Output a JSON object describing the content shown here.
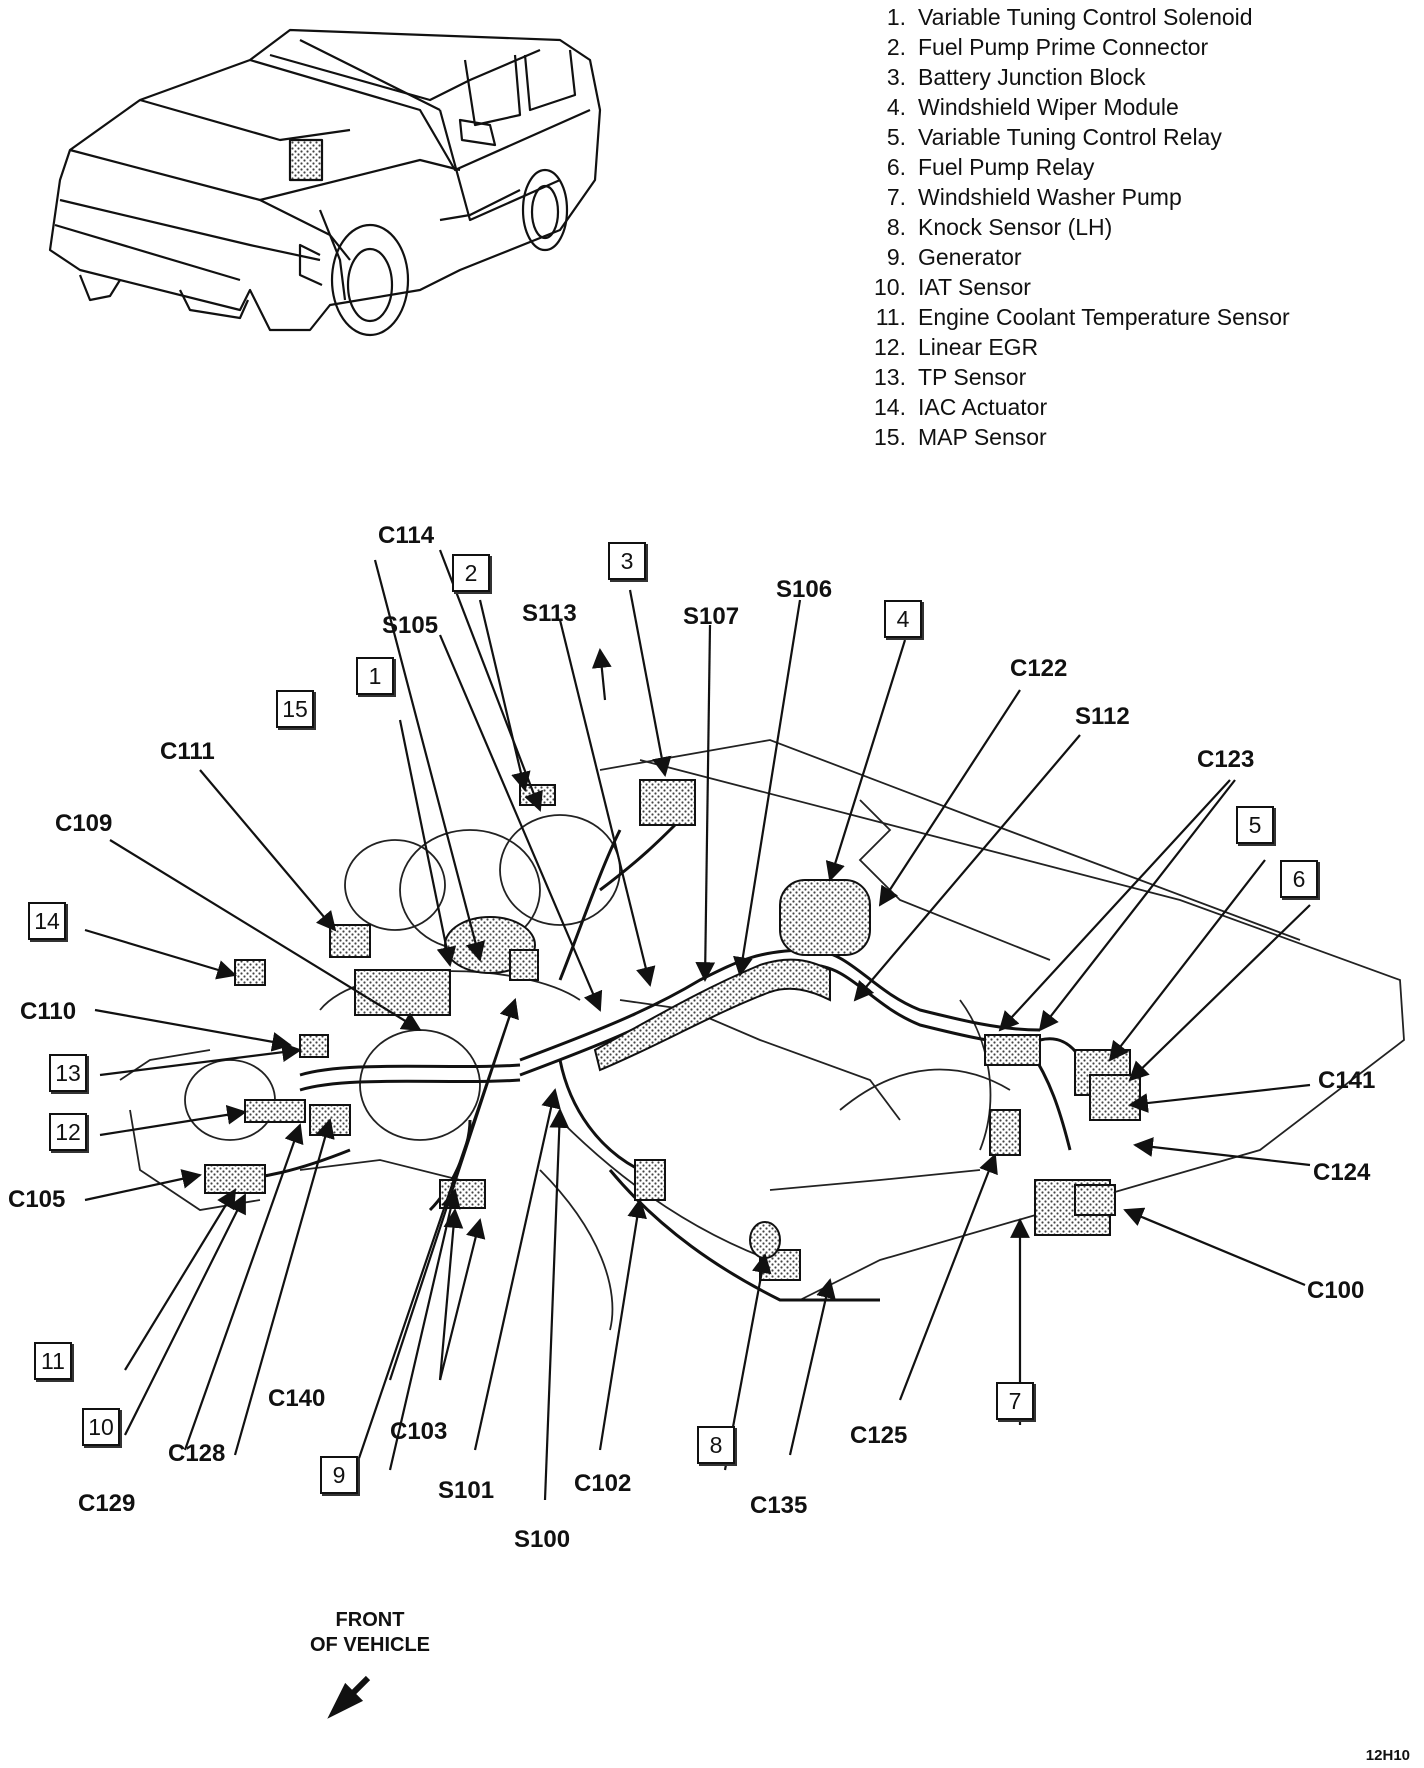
{
  "legend": [
    {
      "number": "1.",
      "text": "Variable Tuning Control Solenoid"
    },
    {
      "number": "2.",
      "text": "Fuel Pump Prime Connector"
    },
    {
      "number": "3.",
      "text": "Battery Junction Block"
    },
    {
      "number": "4.",
      "text": "Windshield Wiper Module"
    },
    {
      "number": "5.",
      "text": "Variable Tuning Control Relay"
    },
    {
      "number": "6.",
      "text": "Fuel Pump Relay"
    },
    {
      "number": "7.",
      "text": "Windshield Washer Pump"
    },
    {
      "number": "8.",
      "text": "Knock Sensor (LH)"
    },
    {
      "number": "9.",
      "text": "Generator"
    },
    {
      "number": "10.",
      "text": "IAT Sensor"
    },
    {
      "number": "11.",
      "text": "Engine Coolant Temperature Sensor"
    },
    {
      "number": "12.",
      "text": "Linear EGR"
    },
    {
      "number": "13.",
      "text": "TP Sensor"
    },
    {
      "number": "14.",
      "text": "IAC Actuator"
    },
    {
      "number": "15.",
      "text": "MAP Sensor"
    }
  ],
  "connectors": [
    "C114",
    "S105",
    "S113",
    "S107",
    "S106",
    "C122",
    "S112",
    "C123",
    "C111",
    "C109",
    "C110",
    "C105",
    "C141",
    "C124",
    "C100",
    "C140",
    "C103",
    "C128",
    "C129",
    "S101",
    "S100",
    "C102",
    "C135",
    "C125"
  ],
  "boxes": [
    "1",
    "2",
    "3",
    "4",
    "5",
    "6",
    "7",
    "8",
    "9",
    "10",
    "11",
    "12",
    "13",
    "14",
    "15"
  ],
  "front_label": {
    "line1": "FRONT",
    "line2": "OF VEHICLE"
  },
  "figure_id": "12H10"
}
